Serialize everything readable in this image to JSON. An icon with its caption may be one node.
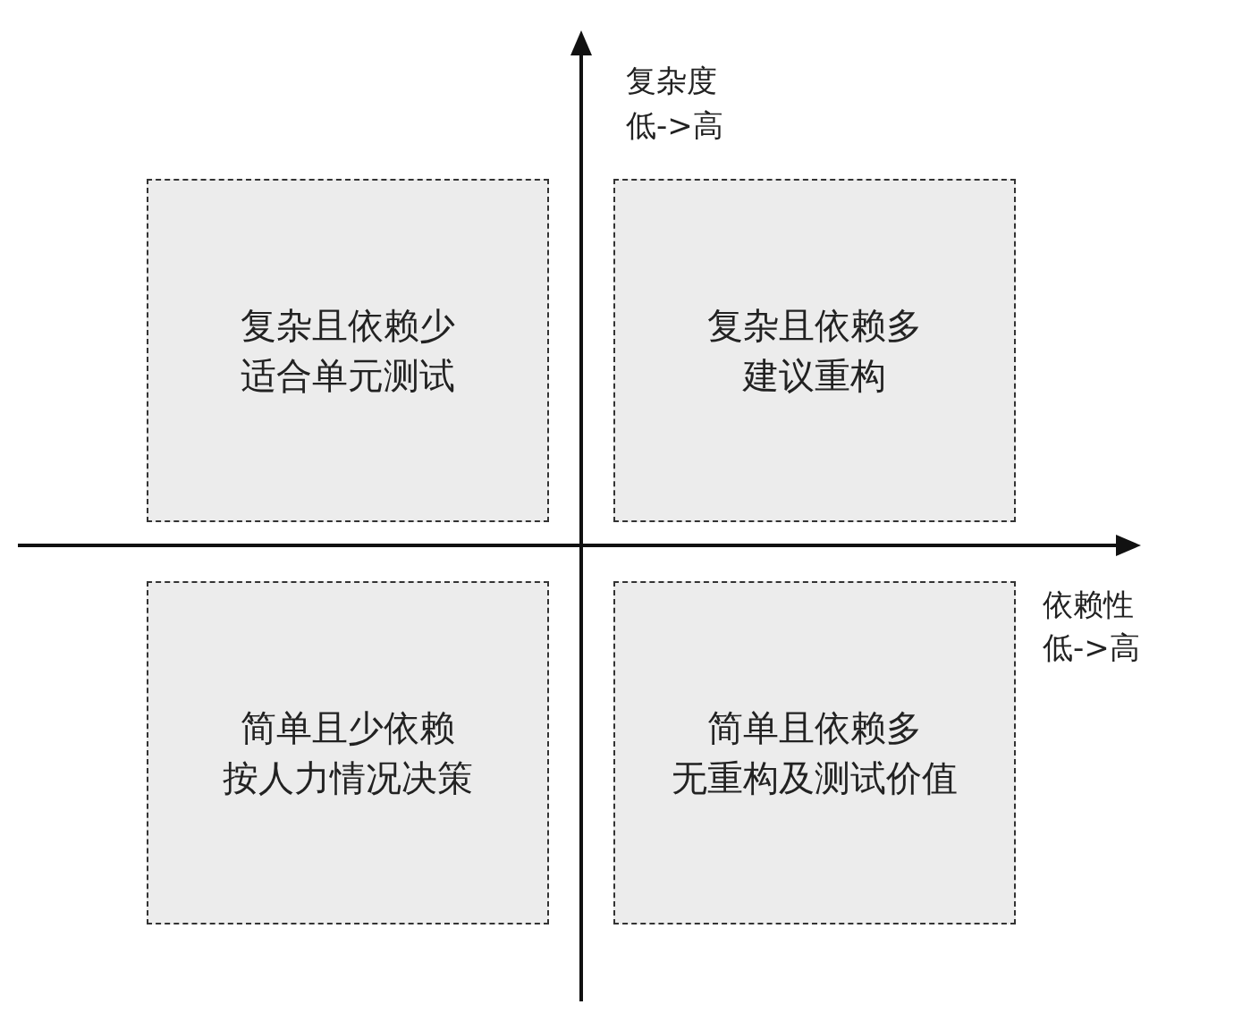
{
  "diagram": {
    "nodes": [
      {
        "text": [
          "复杂且依赖少适合单元测试"
        ]
      },
      {
        "text": [
          "复杂且依赖多建议重构"
        ]
      },
      {
        "text": [
          "简单且少依赖按人力情况决策"
        ]
      },
      {
        "text": [
          "简单且依赖多无重构及测试价值"
        ]
      }
    ],
    "labels": [
      "复杂度",
      "低->高",
      "依赖性",
      "低->高"
    ]
  }
}
